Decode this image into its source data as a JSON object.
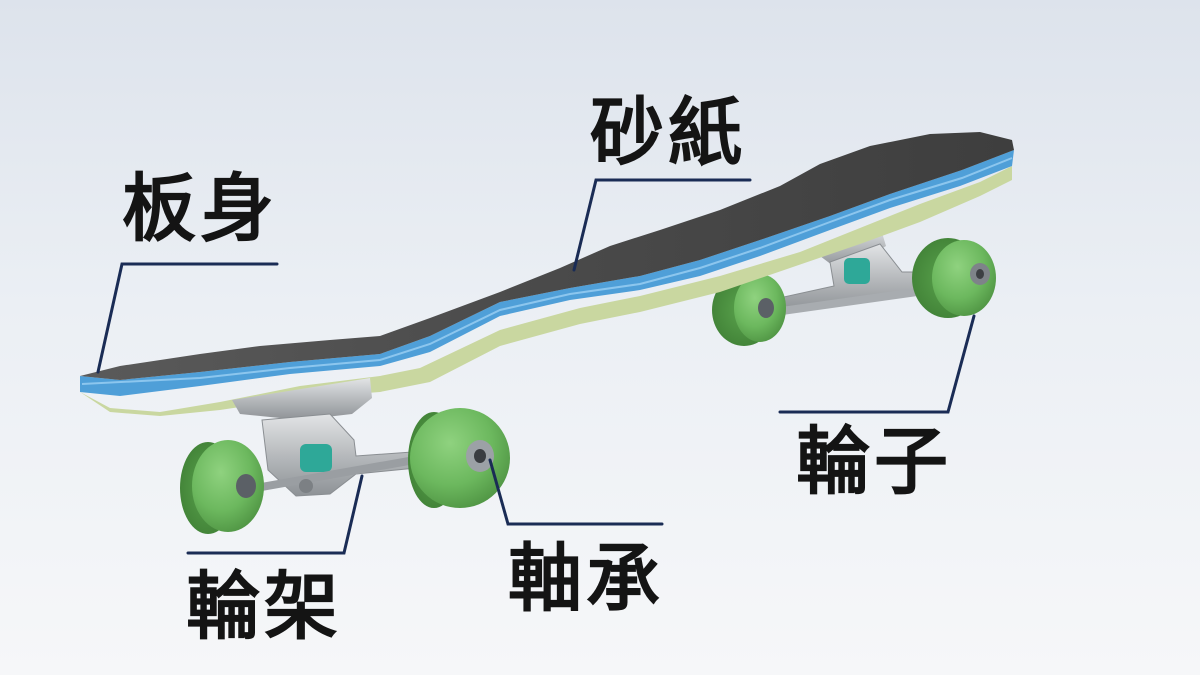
{
  "labels": {
    "deck": "板身",
    "griptape": "砂紙",
    "wheel": "輪子",
    "truck": "輪架",
    "bearing": "軸承"
  },
  "colors": {
    "leader_line": "#1a2c55",
    "griptape": "#4a4a4a",
    "deck_blue": "#4f9fd8",
    "deck_underside": "#b9cf82",
    "wheel": "#6cb85e",
    "truck_metal": "#b7babd",
    "bushing": "#2ea898",
    "label_text": "#141414"
  },
  "icons": {
    "deck": "longboard-deck-illustration",
    "wheels": "green-wheel-icon",
    "trucks": "metal-truck-icon"
  }
}
